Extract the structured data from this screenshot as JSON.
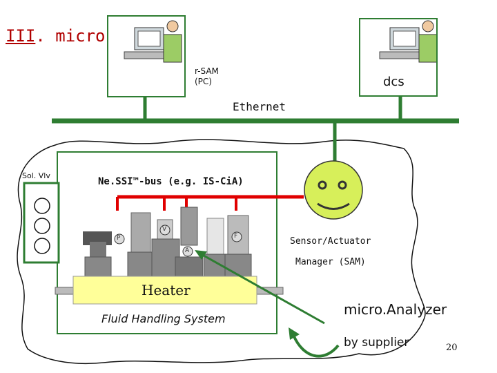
{
  "title": {
    "roman": "III",
    "rest": ". micro"
  },
  "rsam": {
    "line1": "r-SAM",
    "line2": "(PC)"
  },
  "dcs": "dcs",
  "ethernet": "Ethernet",
  "solvlv": "Sol. Vlv",
  "nessi": "Ne.SSI™-bus (e.g. IS-CiA)",
  "heater": "Heater",
  "fluid": "Fluid Handling System",
  "sam": {
    "line1": "Sensor/Actuator",
    "line2": "Manager (SAM)"
  },
  "micro_analyzer": "micro.Analyzer",
  "by_supplier": "by supplier",
  "page_number": "20",
  "component_letters": {
    "p": "P",
    "v": "V",
    "a": "A",
    "f": "F"
  },
  "colors": {
    "green": "#2e7d32",
    "red": "#e00000",
    "heater": "#ffff99",
    "smiley": "#d7ef5a",
    "title": "#b00000"
  }
}
